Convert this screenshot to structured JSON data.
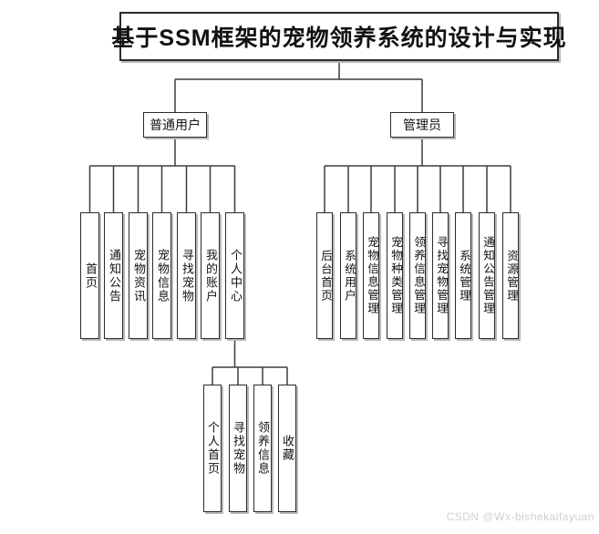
{
  "diagram": {
    "title": "基于SSM框架的宠物领养系统的设计与实现",
    "branches": [
      {
        "label": "普通用户",
        "children": [
          "首页",
          "通知公告",
          "宠物资讯",
          "宠物信息",
          "寻找宠物",
          "我的账户",
          "个人中心"
        ]
      },
      {
        "label": "管理员",
        "children": [
          "后台首页",
          "系统用户",
          "宠物信息管理",
          "宠物种类管理",
          "领养信息管理",
          "寻找宠物管理",
          "系统管理",
          "通知公告管理",
          "资源管理"
        ]
      }
    ],
    "personal_center": {
      "parent": "个人中心",
      "children": [
        "个人首页",
        "寻找宠物",
        "领养信息",
        "收藏"
      ]
    },
    "watermark": "CSDN @Wx-bishekaifayuan"
  },
  "colors": {
    "box_border": "#2b2b2b",
    "box_shadow": "#b9b9b9",
    "connector": "#3d3d3d",
    "background": "#ffffff",
    "watermark_text": "#cfcfcf"
  }
}
